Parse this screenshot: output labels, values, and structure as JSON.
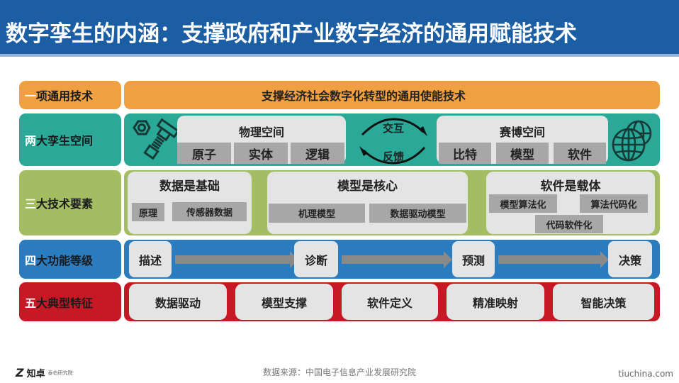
{
  "header": {
    "title": "数字孪生的内涵：支撑政府和产业数字经济的通用赋能技术"
  },
  "colors": {
    "header": "#1b5ea4",
    "orange": "#f0a040",
    "teal": "#2aa898",
    "green": "#a2bd62",
    "blue": "#2b7bbf",
    "red": "#c71825",
    "panel_gray": "#e4e4e4",
    "chip_gray": "#a7a7a7"
  },
  "rows": {
    "r1": {
      "num": "一",
      "label": "项通用技术",
      "content": "支撑经济社会数字化转型的通用使能技术"
    },
    "r2": {
      "num": "两",
      "label": "大孪生空间",
      "physical": {
        "title": "物理空间",
        "items": [
          "原子",
          "实体",
          "逻辑"
        ]
      },
      "cycle": {
        "top": "交互",
        "bottom": "反馈"
      },
      "cyber": {
        "title": "赛博空间",
        "items": [
          "比特",
          "模型",
          "软件"
        ]
      },
      "icons": [
        "bolt-nut-icon",
        "globe-icon"
      ]
    },
    "r3": {
      "num": "三",
      "label": "大技术要素",
      "data": {
        "title": "数据是基础",
        "items": [
          "原理",
          "传感器数据"
        ]
      },
      "model": {
        "title": "模型是核心",
        "items": [
          "机理模型",
          "数据驱动模型"
        ]
      },
      "software": {
        "title": "软件是载体",
        "items": [
          "模型算法化",
          "算法代码化",
          "代码软件化"
        ]
      }
    },
    "r4": {
      "num": "四",
      "label": "大功能等级",
      "stages": [
        "描述",
        "诊断",
        "预测",
        "决策"
      ]
    },
    "r5": {
      "num": "五",
      "label": "大典型特征",
      "features": [
        "数据驱动",
        "模型支撑",
        "软件定义",
        "精准映射",
        "智能决策"
      ]
    }
  },
  "footer": {
    "logo_main": "知卓",
    "logo_sub": "泰伯研究院",
    "source": "数据来源：中国电子信息产业发展研究院",
    "site": "tiuchina.com"
  }
}
